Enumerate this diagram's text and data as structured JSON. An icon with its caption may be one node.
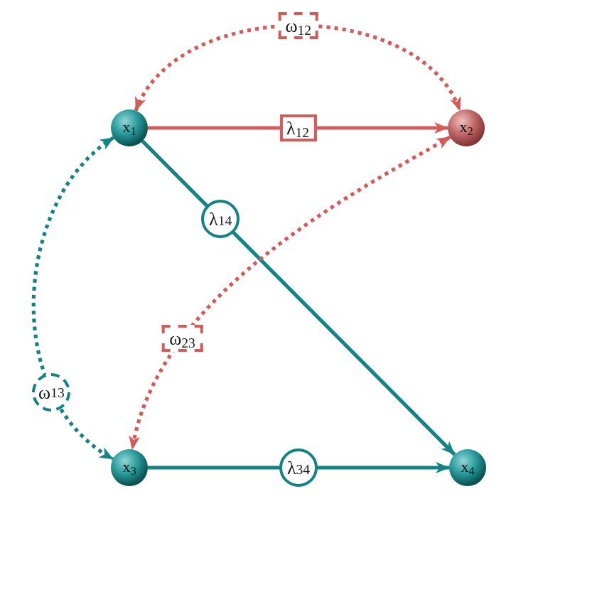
{
  "diagram": {
    "nodes": [
      {
        "text": [
          "x$_{1}$"
        ]
      },
      {
        "text": [
          "x$_{2}$"
        ]
      },
      {
        "text": [
          "x$_{3}$"
        ]
      },
      {
        "text": [
          "x$_{4}$"
        ]
      }
    ],
    "edges": [
      {
        "from": 0,
        "to": 1,
        "arrow": "to",
        "label": "λ$_{12}$",
        "color": "#d65a5a"
      },
      {
        "from": 0,
        "to": 1,
        "arrow": "both",
        "label": "ω$_{12}$",
        "style": "dashed",
        "color": "#d65a5a"
      },
      {
        "from": 0,
        "to": 3,
        "arrow": "to",
        "label": "λ$_{14}$",
        "color": "#138383"
      },
      {
        "from": 1,
        "to": 2,
        "arrow": "both",
        "label": "ω$_{23}$",
        "style": "dashed",
        "color": "#d65a5a"
      },
      {
        "from": 0,
        "to": 2,
        "arrow": "both",
        "label": "ω$_{13}$",
        "style": "dashed",
        "color": "#138383"
      },
      {
        "from": 2,
        "to": 3,
        "arrow": "to",
        "label": "λ$_{34}$",
        "color": "#138383"
      }
    ]
  }
}
